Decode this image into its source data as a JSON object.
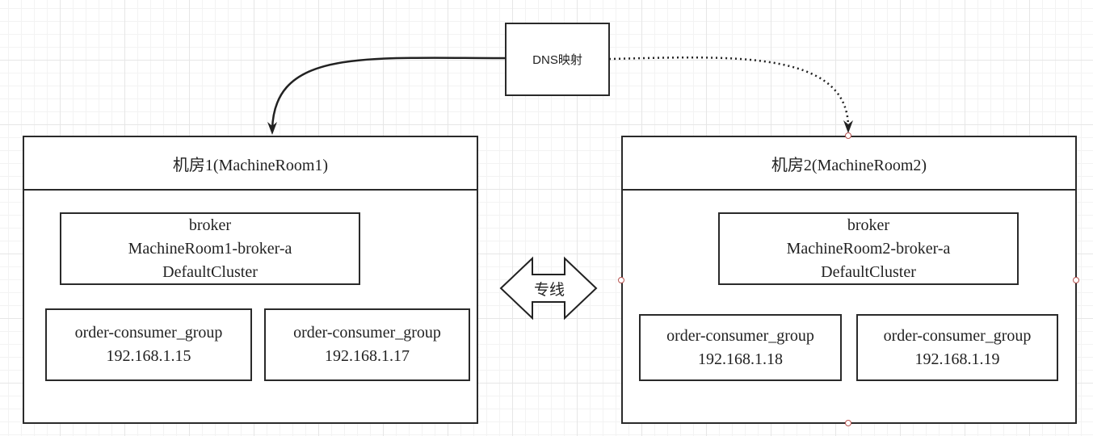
{
  "dns": {
    "label": "DNS映射"
  },
  "link": {
    "label": "专线"
  },
  "room1": {
    "title": "机房1(MachineRoom1)",
    "broker": [
      "broker",
      "MachineRoom1-broker-a",
      "DefaultCluster"
    ],
    "consumers": [
      {
        "group": "order-consumer_group",
        "ip": "192.168.1.15"
      },
      {
        "group": "order-consumer_group",
        "ip": "192.168.1.17"
      }
    ]
  },
  "room2": {
    "title": "机房2(MachineRoom2)",
    "broker": [
      "broker",
      "MachineRoom2-broker-a",
      "DefaultCluster"
    ],
    "consumers": [
      {
        "group": "order-consumer_group",
        "ip": "192.168.1.18"
      },
      {
        "group": "order-consumer_group",
        "ip": "192.168.1.19"
      }
    ]
  }
}
